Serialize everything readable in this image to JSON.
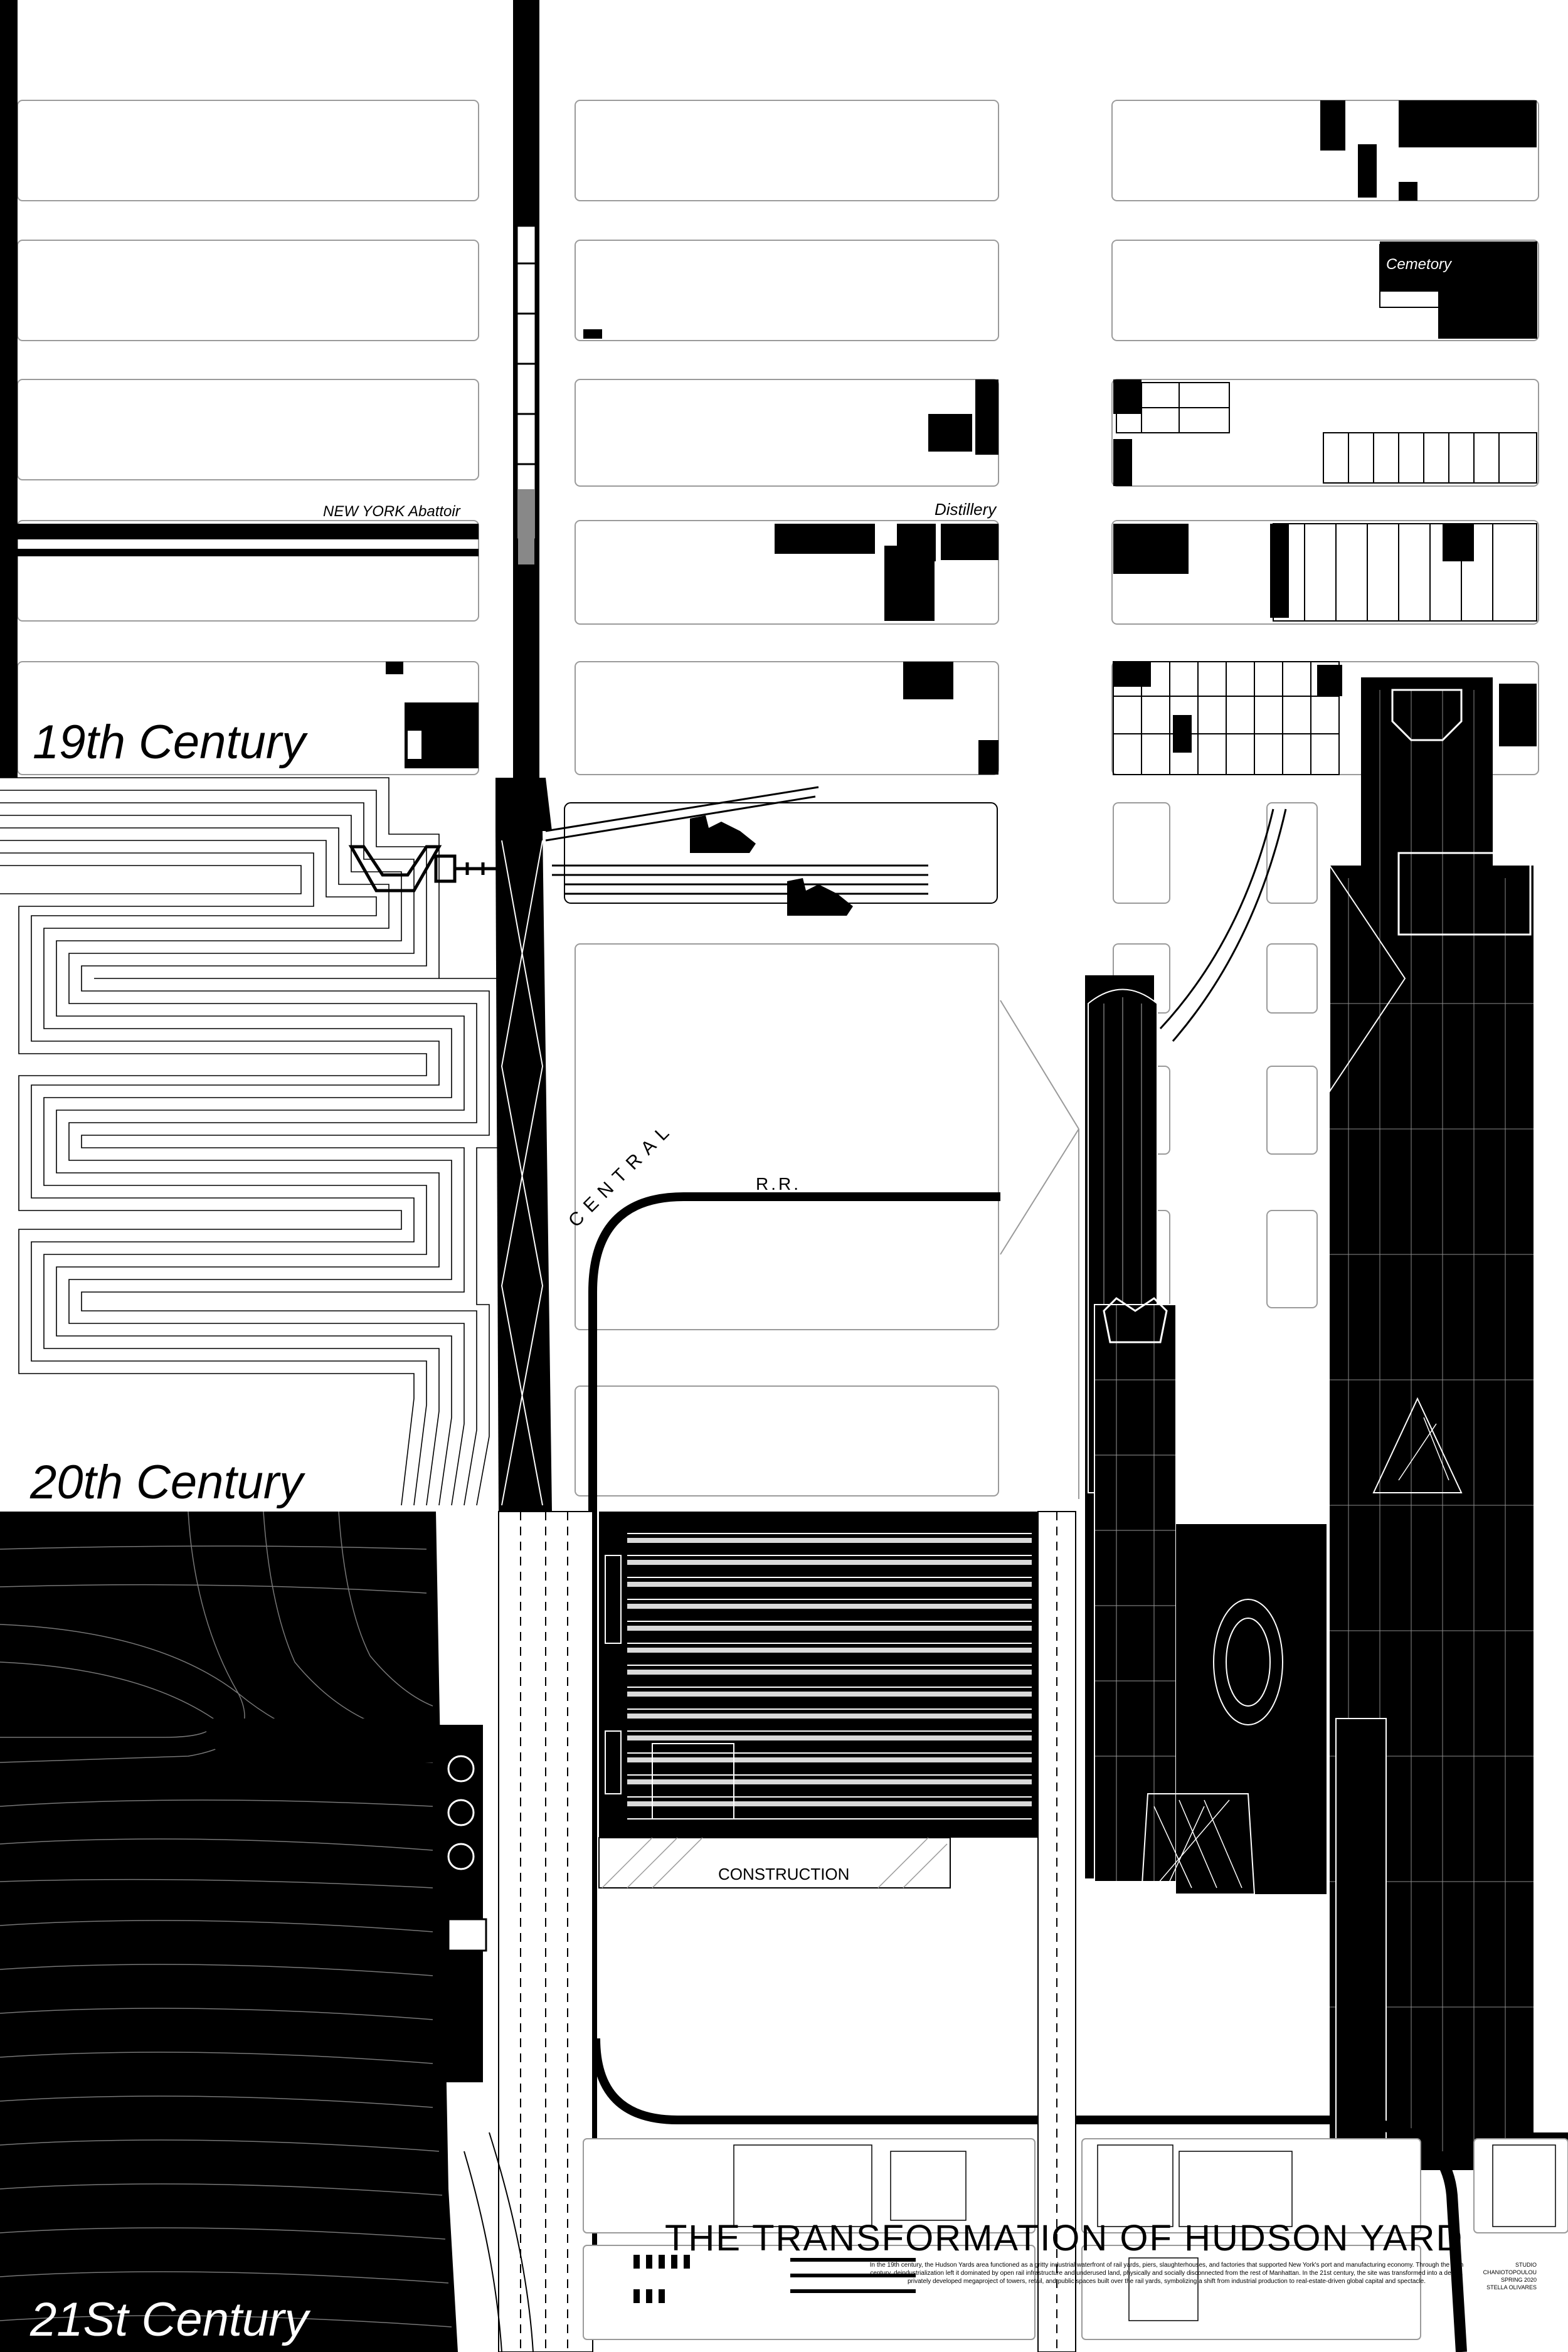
{
  "eras": {
    "nineteenth": "19th Century",
    "twentieth": "20th Century",
    "twentyfirst": "21St Century"
  },
  "labels": {
    "abattoir": "NEW YORK Abattoir",
    "distillery": "Distillery",
    "cemetery": "Cemetory",
    "central": "CENTRAL",
    "rr": "R.R.",
    "construction": "CONSTRUCTION"
  },
  "title": "THE TRANSFORMATION OF HUDSON YARD",
  "caption": "In the 19th century, the Hudson Yards area functioned as a gritty industrial waterfront of rail yards, piers, slaughterhouses, and factories that supported New York's port and manufacturing economy. Through the 20th century, deindustrialization left it dominated by open rail infrastructure and underused land, physically and socially disconnected from the rest of Manhattan. In the 21st century, the site was transformed into a dense, privately developed megaproject of towers, retail, and public spaces built over the rail yards, symbolizing a shift from industrial production to real-estate-driven global capital and spectacle.",
  "credits": {
    "studio": "STUDIO CHANIOTOPOULOU",
    "term": "SPRING 2020",
    "author": "STELLA OLIVARES"
  },
  "colors": {
    "ink": "#000000",
    "paper": "#ffffff",
    "line": "#9a9a9a"
  }
}
